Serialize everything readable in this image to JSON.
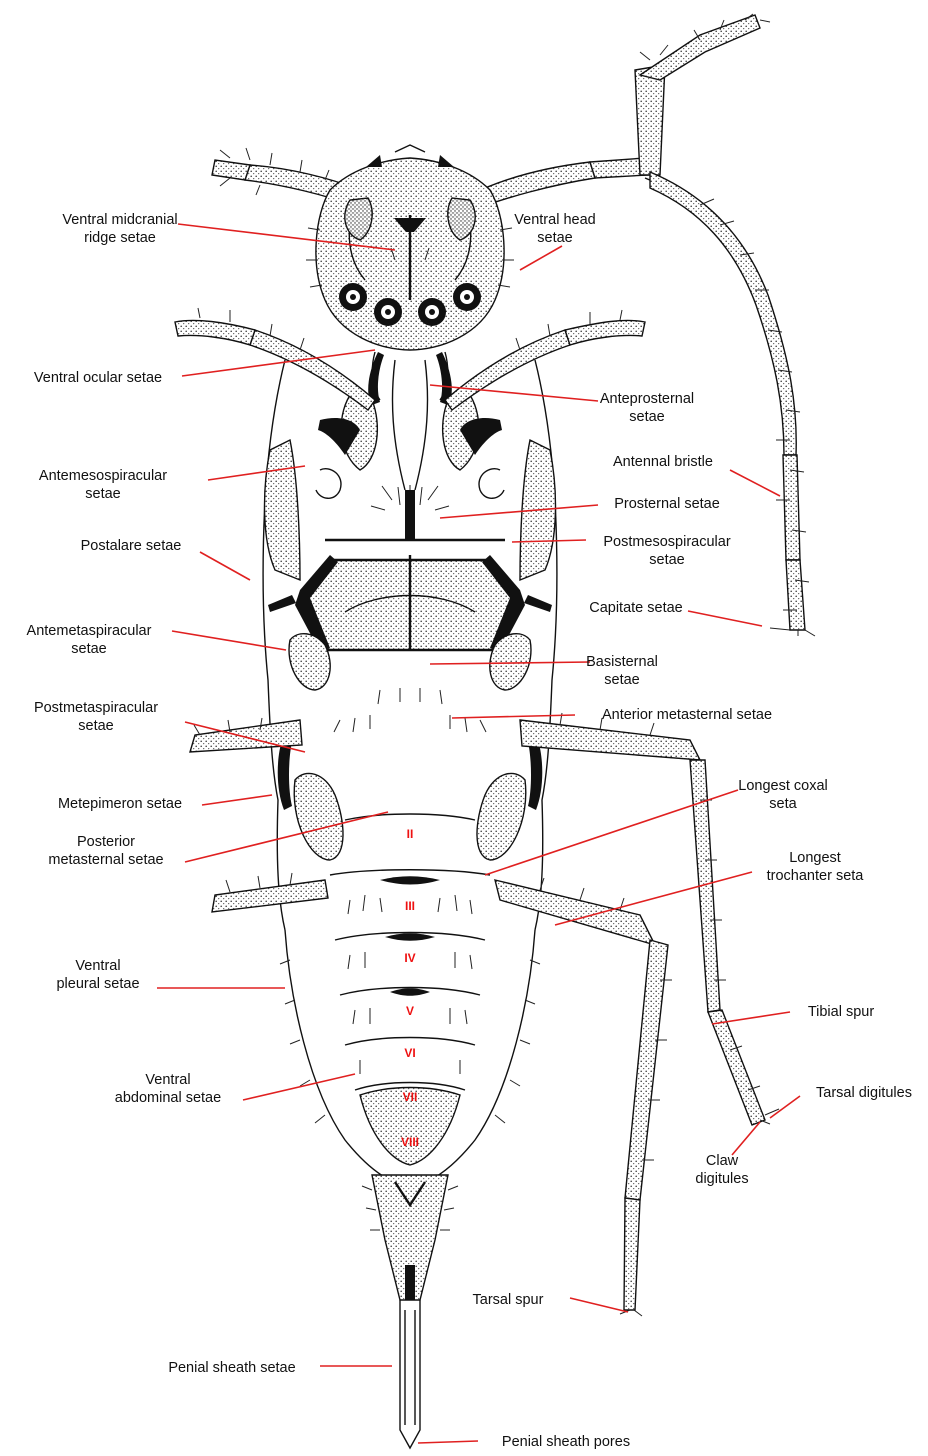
{
  "labels": {
    "ventral_midcranial": [
      "Ventral midcranial",
      "ridge setae"
    ],
    "ventral_head": [
      "Ventral head",
      "setae"
    ],
    "ventral_ocular": [
      "Ventral ocular setae"
    ],
    "anteprosternal": [
      "Anteprosternal",
      "setae"
    ],
    "antemesospiracular": [
      "Antemesospiracular",
      "setae"
    ],
    "antennal_bristle": [
      "Antennal bristle"
    ],
    "prosternal": [
      "Prosternal setae"
    ],
    "postalare": [
      "Postalare setae"
    ],
    "postmesospiracular": [
      "Postmesospiracular",
      "setae"
    ],
    "capitate": [
      "Capitate setae"
    ],
    "antemetaspiracular": [
      "Antemetaspiracular",
      "setae"
    ],
    "basisternal": [
      "Basisternal",
      "setae"
    ],
    "postmetaspiracular": [
      "Postmetaspiracular",
      "setae"
    ],
    "anterior_metasternal": [
      "Anterior metasternal setae"
    ],
    "metepimeron": [
      "Metepimeron setae"
    ],
    "longest_coxal": [
      "Longest coxal",
      "seta"
    ],
    "posterior_metasternal": [
      "Posterior",
      "metasternal setae"
    ],
    "longest_trochanter": [
      "Longest",
      "trochanter seta"
    ],
    "ventral_pleural": [
      "Ventral",
      "pleural setae"
    ],
    "tibial_spur": [
      "Tibial spur"
    ],
    "ventral_abdominal": [
      "Ventral",
      "abdominal setae"
    ],
    "tarsal_digitules": [
      "Tarsal digitules"
    ],
    "claw_digitules": [
      "Claw",
      "digitules"
    ],
    "tarsal_spur": [
      "Tarsal spur"
    ],
    "penial_sheath_setae": [
      "Penial sheath setae"
    ],
    "penial_sheath_pores": [
      "Penial sheath pores"
    ]
  },
  "segments": [
    "II",
    "III",
    "IV",
    "V",
    "VI",
    "VII",
    "VIII"
  ],
  "colors": {
    "leader": "#e02020",
    "segment_numeral": "#e11111",
    "ink": "#111111"
  }
}
